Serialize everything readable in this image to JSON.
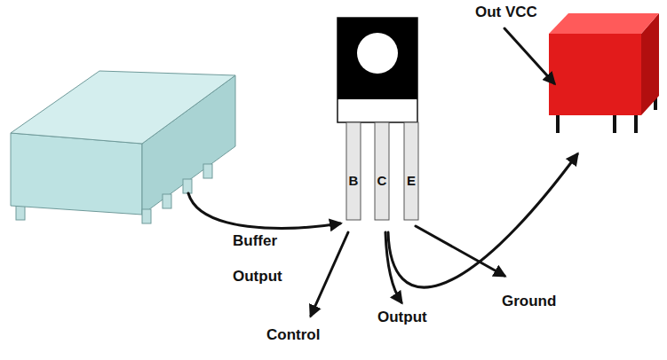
{
  "diagram": {
    "labels": [
      "Out VCC",
      "B",
      "C",
      "E",
      "Buffer Output",
      "Control",
      "Output",
      "Ground"
    ]
  }
}
